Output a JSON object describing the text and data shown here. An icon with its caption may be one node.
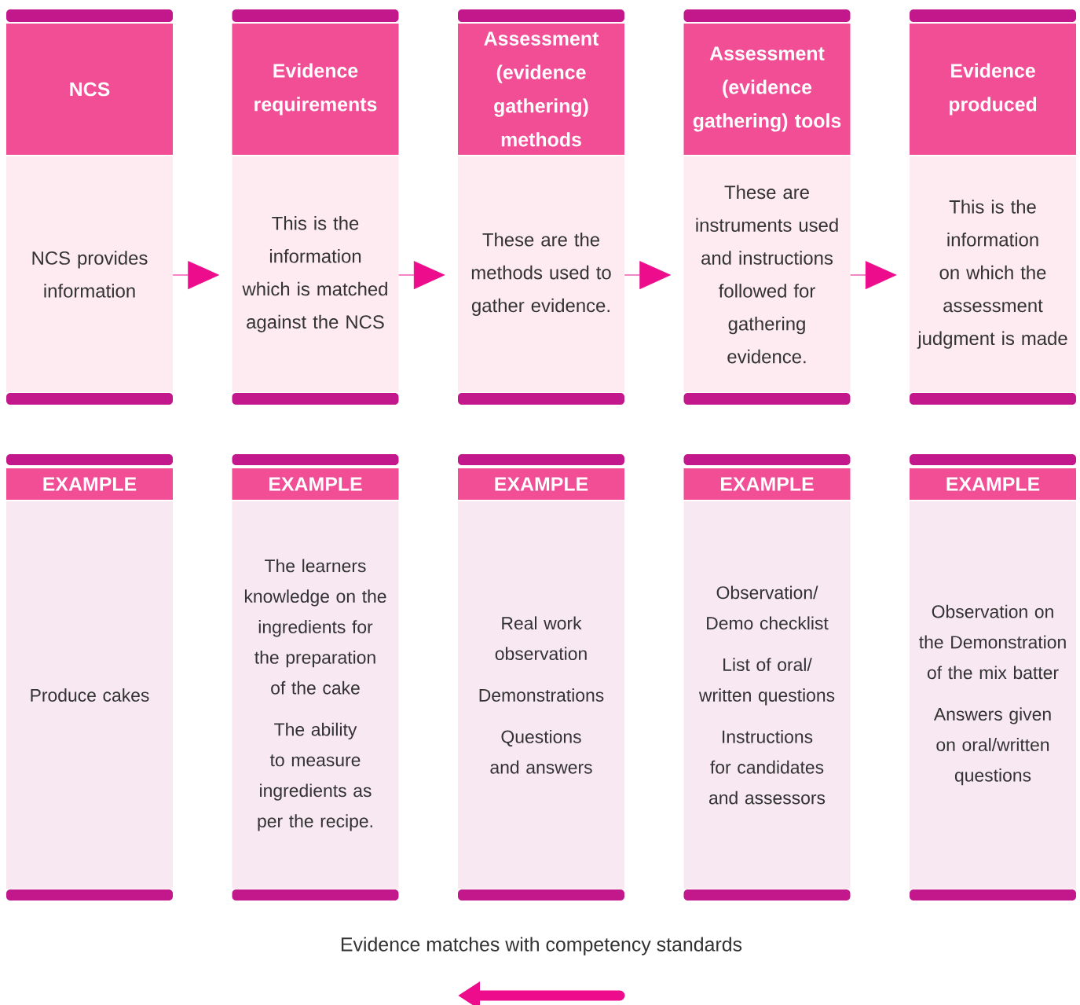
{
  "diagram": {
    "nodes": [
      {
        "text": [
          "NCS",
          "NCS provides information"
        ]
      },
      {
        "text": [
          "Evidence requirements",
          "This is the information which is matched against the NCS"
        ]
      },
      {
        "text": [
          "Assessment (evidence gathering) methods",
          "These are the methods used to gather evidence."
        ]
      },
      {
        "text": [
          "Assessment (evidence gathering) tools",
          "These are instruments used and instructions followed for gathering evidence."
        ]
      },
      {
        "text": [
          "Evidence produced",
          "This is the information on which the assessment judgment is made"
        ]
      },
      {
        "text": [
          "EXAMPLE",
          "Produce cakes"
        ]
      },
      {
        "text": [
          "EXAMPLE",
          "The learners knowledge on the ingredients for the preparation of the cake",
          "The ability to measure ingredients as per the recipe."
        ]
      },
      {
        "text": [
          "EXAMPLE",
          "Real work observation",
          "Demonstrations",
          "Questions and answers"
        ]
      },
      {
        "text": [
          "EXAMPLE",
          "Observation/ Demo checklist",
          "List of oral/ written questions",
          "Instructions for candidates and assessors"
        ]
      },
      {
        "text": [
          "EXAMPLE",
          "Observation on the Demonstration of the mix batter",
          "Answers given on oral/written questions"
        ]
      }
    ],
    "edges": [
      {
        "from": 0,
        "to": 1,
        "arrow": "to"
      },
      {
        "from": 1,
        "to": 2,
        "arrow": "to"
      },
      {
        "from": 2,
        "to": 3,
        "arrow": "to"
      },
      {
        "from": 3,
        "to": 4,
        "arrow": "to"
      }
    ],
    "labels": [
      "Evidence matches with competency standards"
    ]
  }
}
